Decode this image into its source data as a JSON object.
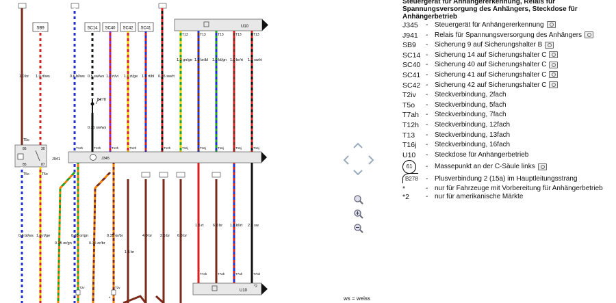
{
  "diagram": {
    "fuses_top": [
      "SB9",
      "SC14",
      "SC40",
      "SC42",
      "SC41"
    ],
    "top_wire_labels": [
      "1.0 br",
      "1.0 rt/ws",
      "0.6 bl/ws",
      "0.5 sw/ws",
      "1.0 rt/vi",
      "1.0 rt/ge",
      "1.0 rt/bl",
      "0.35 sw/rt"
    ],
    "u10_label": "U10",
    "u10_bottom_label": "U10",
    "t13_pins": [
      "T13",
      "T13",
      "T13",
      "T13",
      "T13"
    ],
    "t13_wire_labels": [
      "1.0 gn/ge",
      "1.0 br/bl",
      "1.0 bl/gn",
      "1.0 br/rt",
      "1.0 sw/rt"
    ],
    "b278_label": "B278",
    "wire_035_label": "0.35 sw/ws",
    "j941_label": "J941",
    "j345_label": "J345",
    "relay_pins": [
      "T5o",
      "86",
      "30",
      "85",
      "87",
      "T5o",
      "T5o"
    ],
    "j345_pins": [
      "T12h",
      "T12h",
      "T12h",
      "T12h",
      "T12h",
      "T16j",
      "T16j",
      "T16j",
      "T16j",
      "T16j"
    ],
    "lower_wire_labels": [
      "0.6 bl/ws",
      "1.0 rt/ge",
      "0.35 or/gn",
      "0.35 or/gn",
      "0.35 or/br",
      "0.35 or/br",
      "4.0 br",
      "2.5 br",
      "6.0 br",
      "1.5 br",
      "1.5 rt",
      "6.0 br",
      "1.5 bl/rt",
      "2.5 sw"
    ],
    "t7ah_pins": [
      "T7ah",
      "T7ah",
      "T7ah",
      "T7ah"
    ],
    "t2v_pins": [
      "T2v",
      "T2v"
    ],
    "footnote_marks": [
      "*",
      "*2"
    ]
  },
  "legend": {
    "title": "Steuergerät für Anhängererkennung, Relais für Spannungsversorgung des Anhängers, Steckdose für Anhängerbetrieb",
    "items": [
      {
        "code": "J345",
        "desc": "Steuergerät für Anhängererkennung",
        "cam": true
      },
      {
        "code": "J941",
        "desc": "Relais für Spannungsversorgung des Anhängers",
        "cam": true
      },
      {
        "code": "SB9",
        "desc": "Sicherung 9 auf Sicherungshalter B",
        "cam": true
      },
      {
        "code": "SC14",
        "desc": "Sicherung 14 auf Sicherungshalter C",
        "cam": true
      },
      {
        "code": "SC40",
        "desc": "Sicherung 40 auf Sicherungshalter C",
        "cam": true
      },
      {
        "code": "SC41",
        "desc": "Sicherung 41 auf Sicherungshalter C",
        "cam": true
      },
      {
        "code": "SC42",
        "desc": "Sicherung 42 auf Sicherungshalter C",
        "cam": true
      },
      {
        "code": "T2iv",
        "desc": "Steckverbindung, 2fach",
        "cam": false
      },
      {
        "code": "T5o",
        "desc": "Steckverbindung, 5fach",
        "cam": false
      },
      {
        "code": "T7ah",
        "desc": "Steckverbindung, 7fach",
        "cam": false
      },
      {
        "code": "T12h",
        "desc": "Steckverbindung, 12fach",
        "cam": false
      },
      {
        "code": "T13",
        "desc": "Steckverbindung, 13fach",
        "cam": false
      },
      {
        "code": "T16j",
        "desc": "Steckverbindung, 16fach",
        "cam": false
      },
      {
        "code": "U10",
        "desc": "Steckdose für Anhängerbetrieb",
        "cam": false
      }
    ],
    "ground": {
      "code": "61",
      "desc": "Massepunkt an der C-Säule links",
      "cam": true
    },
    "plus": {
      "code": "B278",
      "desc": "Plusverbindung 2 (15a) im Hauptleitungsstrang"
    },
    "notes": [
      {
        "code": "*",
        "desc": "nur für Fahrzeuge mit Vorbereitung für Anhängerbetrieb"
      },
      {
        "code": "*2",
        "desc": "nur für amerikanische Märkte"
      }
    ]
  },
  "ws_note": "ws  =  weiss",
  "colors": {
    "red": "#d42020",
    "blue": "#2030d0",
    "yellow": "#f0d000",
    "green": "#20a020",
    "brown": "#7a2a1a",
    "black": "#111111",
    "orange": "#f08000",
    "white": "#ffffff"
  }
}
